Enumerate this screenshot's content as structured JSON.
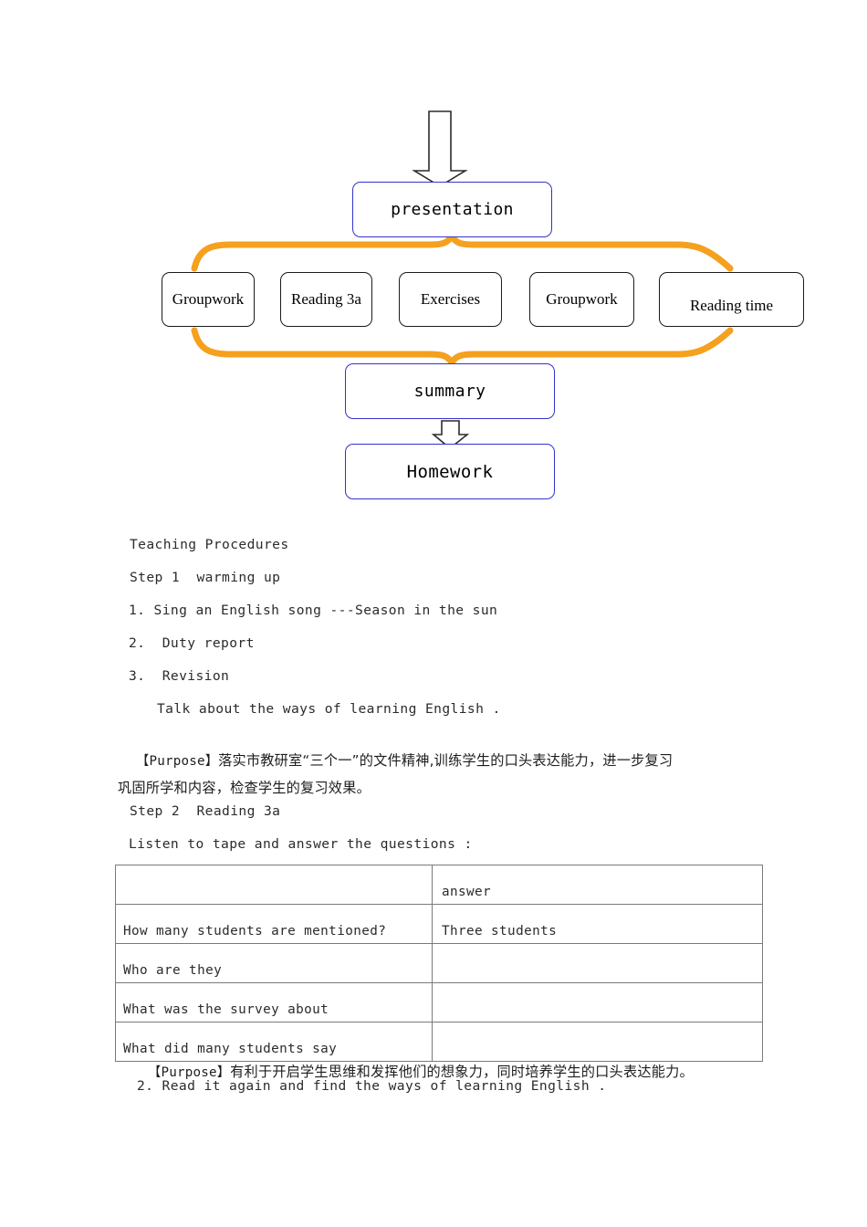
{
  "flowchart": {
    "top_arrow": "down-block-arrow",
    "presentation": {
      "label": "presentation"
    },
    "middle_boxes": [
      {
        "label": "Groupwork"
      },
      {
        "label": "Reading 3a"
      },
      {
        "label": "Exercises"
      },
      {
        "label": "Groupwork"
      },
      {
        "label": "Reading time"
      }
    ],
    "summary": {
      "label": "summary"
    },
    "homework": {
      "label": "Homework"
    },
    "colors": {
      "brace": "#F5A01E",
      "blue_border": "#3333cc",
      "black_border": "#1a1a1a"
    }
  },
  "body": {
    "heading": "Teaching Procedures",
    "step1": "Step 1  warming up",
    "item1": "1. Sing an English song ---Season in the sun",
    "item2": "2.  Duty report",
    "item3": "3.  Revision",
    "item3_sub": "Talk about the ways of learning English .",
    "purpose1_tag": "【Purpose】",
    "purpose1_line1": "落实市教研室“三个一”的文件精神,训练学生的口头表达能力，进一步复习",
    "purpose1_line2": "巩固所学和内容，检查学生的复习效果。",
    "step2": "Step 2  Reading 3a",
    "listen": "Listen to tape and answer the questions :",
    "purpose2_tag": "【Purpose】",
    "purpose2_text": "有利于开启学生思维和发挥他们的想象力，同时培养学生的口头表达能力。",
    "item_read": "2. Read it again and find the ways of learning English ."
  },
  "table": {
    "rows": [
      {
        "question": "",
        "answer": "answer"
      },
      {
        "question": "How many students are mentioned?",
        "answer": "Three  students"
      },
      {
        "question": "Who are they",
        "answer": ""
      },
      {
        "question": "What was the survey about",
        "answer": ""
      },
      {
        "question": "What did many students say",
        "answer": ""
      }
    ]
  }
}
